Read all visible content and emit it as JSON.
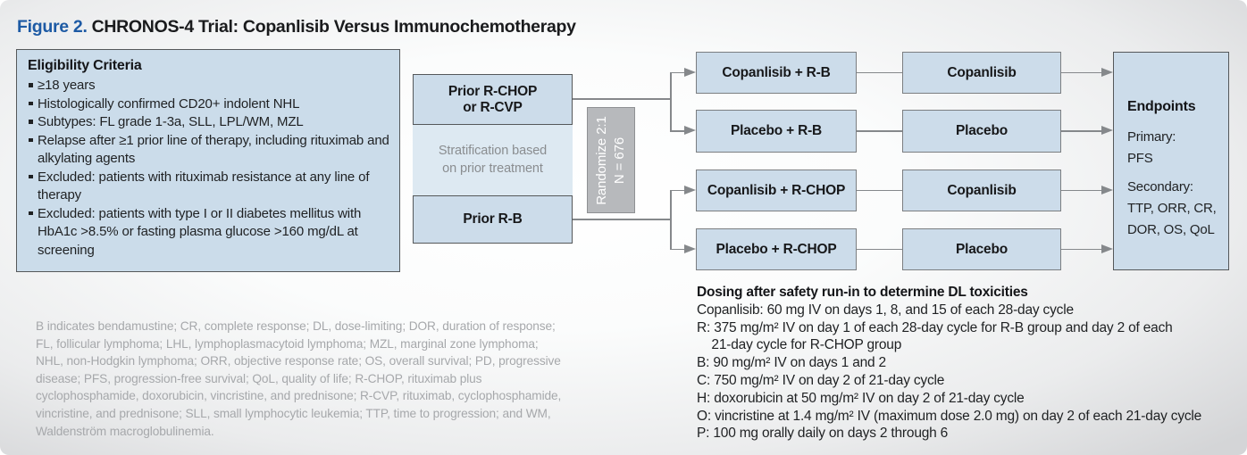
{
  "title": {
    "prefix": "Figure 2.",
    "text": "CHRONOS-4 Trial: Copanlisib Versus Immunochemotherapy"
  },
  "eligibility": {
    "heading": "Eligibility Criteria",
    "items": [
      "≥18 years",
      "Histologically confirmed CD20+ indolent NHL",
      "Subtypes: FL grade 1-3a, SLL, LPL/WM, MZL",
      "Relapse after ≥1 prior line of therapy, including ritux­imab and alkylating agents",
      "Excluded: patients with rituximab resistance at any line of therapy",
      "Excluded: patients with type I or II diabetes mellitus with HbA1c >8.5% or fasting plasma glucose >160 mg/dL at screening"
    ]
  },
  "flow": {
    "prior_rchop": "Prior R-CHOP\nor R-CVP",
    "stratification": "Stratification based\non prior treatment",
    "prior_rb": "Prior R-B",
    "randomize": "Randomize 2:1\nN = 676",
    "arms": [
      {
        "induction": "Copanlisib + R-B",
        "maintenance": "Copanlisib"
      },
      {
        "induction": "Placebo + R-B",
        "maintenance": "Placebo"
      },
      {
        "induction": "Copanlisib + R-CHOP",
        "maintenance": "Copanlisib"
      },
      {
        "induction": "Placebo + R-CHOP",
        "maintenance": "Placebo"
      }
    ]
  },
  "endpoints": {
    "heading": "Endpoints",
    "primary": "Primary:\nPFS",
    "secondary": "Secondary:\nTTP, ORR, CR,\nDOR, OS, QoL"
  },
  "dosing": {
    "heading": "Dosing after safety run-in to determine DL toxicities",
    "lines": [
      "Copanlisib: 60 mg IV on days 1, 8, and 15 of each 28-day cycle",
      "R: 375 mg/m² IV on day 1 of each 28-day cycle for R-B group and day 2 of each",
      "    21-day cycle for R-CHOP group",
      "B: 90 mg/m² IV on days 1 and 2",
      "C: 750 mg/m² IV on day 2 of 21-day cycle",
      "H: doxorubicin at 50 mg/m² IV on day 2 of 21-day cycle",
      "O: vincristine at 1.4 mg/m² IV (maximum dose 2.0 mg) on day 2 of each 21-day cycle",
      "P: 100 mg orally daily on days 2 through 6"
    ]
  },
  "footnote": "B indicates bendamustine; CR, complete response; DL, dose-limiting; DOR, duration of response; FL, follicular lymphoma; LHL, lymphoplasmacytoid lymphoma; MZL, marginal zone lymphoma; NHL, non-Hodgkin lymphoma; ORR, objective response rate; OS, overall survival; PD, progressive disease; PFS, progression-free survival; QoL, quality of life; R-CHOP, rituximab plus cyclophosphamide, doxorubicin, vincristine, and prednisone; R-CVP, rituximab, cyclophosphamide, vincristine, and prednisone; SLL, small lymphocytic leukemia; TTP, time to progression; and WM, Waldenström macroglobulinemia.",
  "colors": {
    "accent_blue": "#1d5aa4",
    "box_fill": "#ccdcea",
    "strip_fill": "#dde9f2",
    "gray_box": "#b7b9bc",
    "connector": "#85888b",
    "footnote_gray": "#a6a8ab"
  }
}
